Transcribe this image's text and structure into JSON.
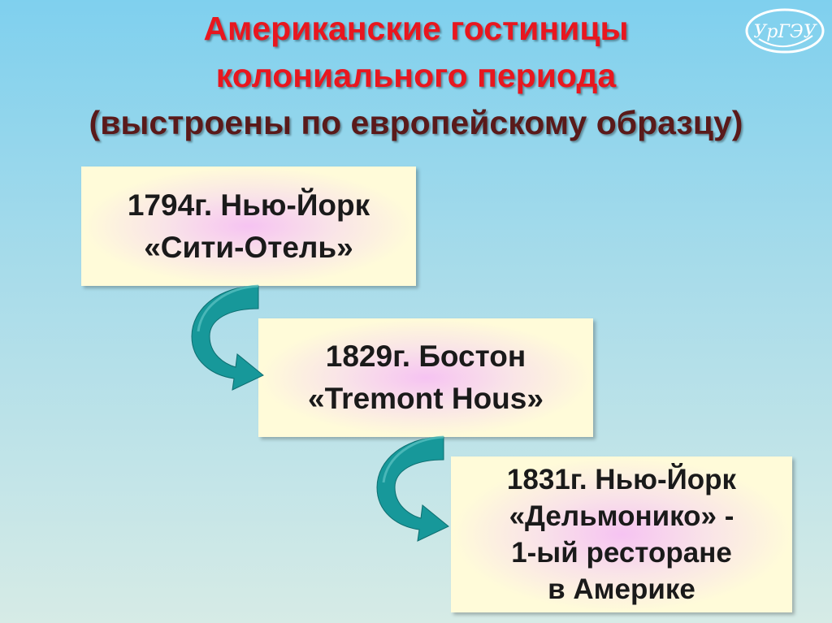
{
  "title": {
    "line1": "Американские гостиницы",
    "line2": "колониального периода",
    "line3": "(выстроены по европейскому образцу)"
  },
  "logo": {
    "text": "УрГЭУ"
  },
  "boxes": [
    {
      "line1": "1794г. Нью-Йорк",
      "line2": "«Сити-Отель»"
    },
    {
      "line1": "1829г. Бостон",
      "line2": "«Tremont Hous»"
    },
    {
      "line1": "1831г. Нью-Йорк",
      "line2": "«Дельмонико» -",
      "line3": "1-ый ресторане",
      "line4": "в Америке"
    }
  ],
  "colors": {
    "title_red": "#e8171f",
    "title_dark": "#5a1a1a",
    "arrow": "#17989a",
    "box_fill": "#fffbd9",
    "box_glow": "#f6c3f2"
  }
}
